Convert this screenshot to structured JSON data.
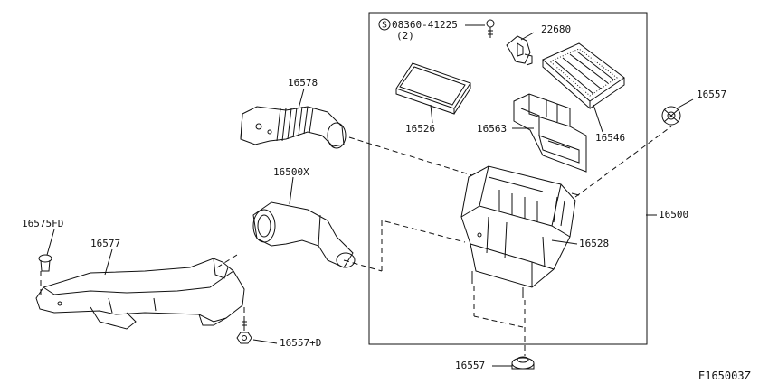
{
  "colors": {
    "ink": "#111111",
    "background": "#ffffff"
  },
  "bolt_symbol": "S",
  "labels": {
    "bolt_part": "08360-41225",
    "bolt_qty": "(2)",
    "p22680": "22680",
    "p16578": "16578",
    "p16526": "16526",
    "p16563": "16563",
    "p16546": "16546",
    "p16557_top": "16557",
    "p16500x": "16500X",
    "p16575fd": "16575FD",
    "p16577": "16577",
    "p16500": "16500",
    "p16528": "16528",
    "p16557d": "16557+D",
    "p16557_bottom": "16557"
  },
  "diagram_id": "E165003Z"
}
